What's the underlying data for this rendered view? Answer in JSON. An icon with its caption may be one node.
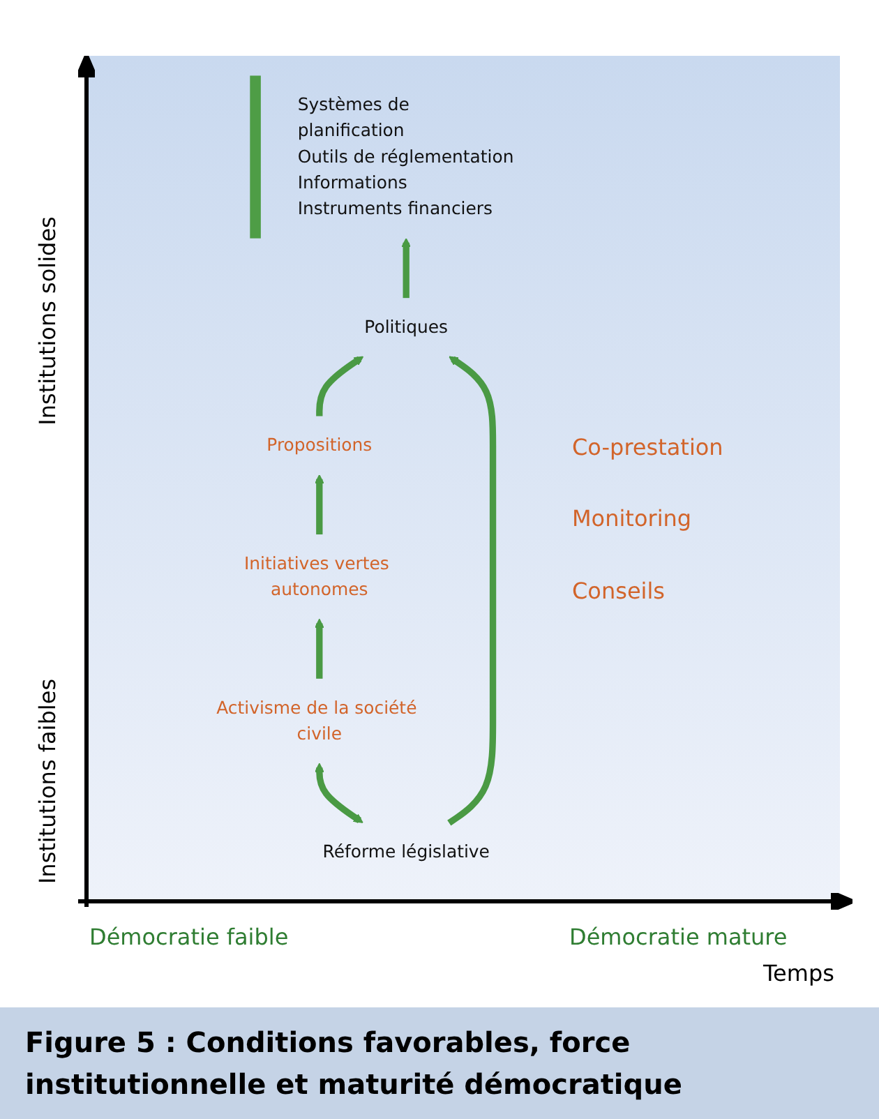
{
  "diagram": {
    "caption": "Figure 5 : Conditions favorables, force institutionnelle et maturité démocratique",
    "nodes": [
      {
        "text": [
          "Activisme de la société civile"
        ]
      },
      {
        "text": [
          "Réforme législative"
        ]
      },
      {
        "text": [
          "Initiatives vertes autonomes"
        ]
      },
      {
        "text": [
          "Propositions"
        ]
      },
      {
        "text": [
          "Politiques"
        ]
      },
      {
        "text": [],
        "shape": "bar",
        "beside": [
          "Systèmes de planification",
          "Outils de réglementation",
          "Informations",
          "Instruments financiers"
        ]
      }
    ],
    "edges": [
      {
        "from": 1,
        "to": 0,
        "arrow": "both"
      },
      {
        "from": 0,
        "to": 2,
        "arrow": "to"
      },
      {
        "from": 2,
        "to": 3,
        "arrow": "to"
      },
      {
        "from": 3,
        "to": 4,
        "arrow": "to"
      },
      {
        "from": 1,
        "to": 4,
        "arrow": "to"
      },
      {
        "from": 4,
        "to": 5,
        "arrow": "to"
      }
    ],
    "labels": [
      "Institutions solides",
      "Co-prestation",
      "Monitoring",
      "Conseils",
      "Institutions faibles",
      "Démocratie faible",
      "Démocratie mature",
      "Temps"
    ]
  }
}
